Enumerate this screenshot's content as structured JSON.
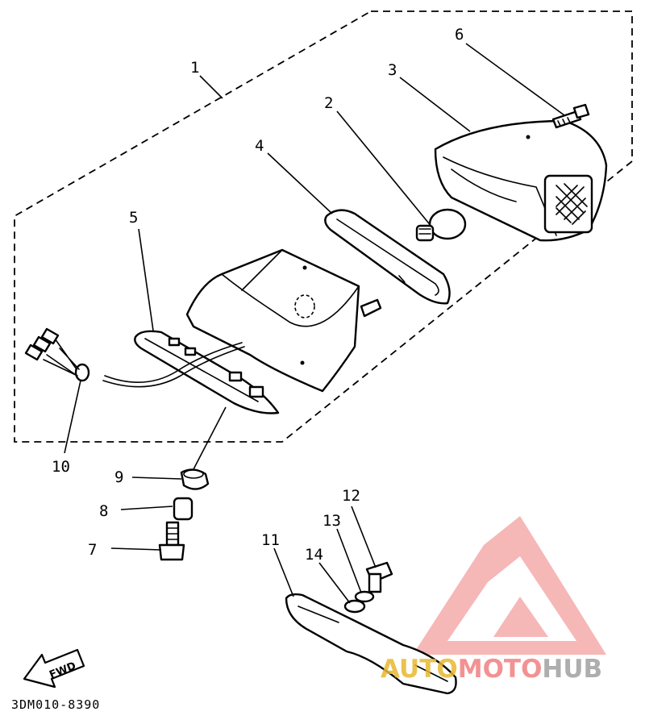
{
  "diagram": {
    "callouts": [
      "1",
      "2",
      "3",
      "4",
      "5",
      "6",
      "7",
      "8",
      "9",
      "10",
      "11",
      "12",
      "13",
      "14"
    ],
    "fwd_label": "FWD",
    "catalog_code": "3DM010-8390"
  },
  "watermark": {
    "text_auto": "AUTO",
    "text_moto": "MOTO",
    "text_hub": "HUB",
    "colors": {
      "red": "#f08080",
      "gold": "#e8b830",
      "gray": "#a0a0a0"
    }
  }
}
